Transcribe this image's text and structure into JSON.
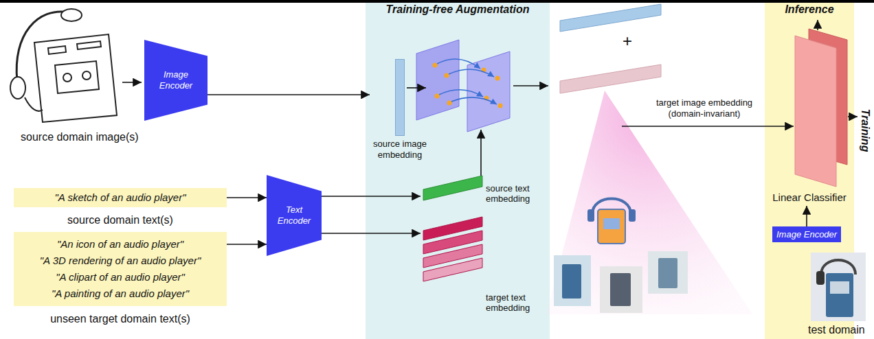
{
  "diagram": {
    "nodes": [
      {
        "text": [
          "Image Encoder"
        ]
      },
      {
        "text": [
          "\"A sketch of an audio player\"",
          "source domain text(s)"
        ]
      },
      {
        "text": [
          "\"An icon of an audio player\"",
          "\"A 3D rendering of an audio player\"",
          "\"A clipart of an audio player\"",
          "\"A painting of an audio player\"",
          "unseen target domain text(s)"
        ]
      },
      {
        "text": [
          "Text Encoder"
        ]
      },
      {
        "text": [
          "Training-free Augmentation"
        ]
      },
      {
        "text": [
          "source image embedding"
        ],
        "in": 4
      },
      {
        "text": [
          "source text embedding"
        ],
        "in": 4
      },
      {
        "text": [
          "target text embedding"
        ],
        "in": 4
      },
      {
        "text": [
          "Inference"
        ]
      },
      {
        "text": [
          "Linear Classifier"
        ],
        "in": 8
      },
      {
        "text": [
          "Image Encoder"
        ],
        "in": 8
      }
    ],
    "edges": [
      {
        "from": 0,
        "to": 5,
        "arrow": "to"
      },
      {
        "from": 1,
        "to": 3,
        "arrow": "to"
      },
      {
        "from": 2,
        "to": 3,
        "arrow": "to"
      },
      {
        "from": 3,
        "to": 6,
        "arrow": "to"
      },
      {
        "from": 3,
        "to": 7,
        "arrow": "to"
      },
      {
        "from": 10,
        "to": 9,
        "arrow": "to"
      }
    ],
    "labels": [
      "source domain image(s)",
      "+",
      "target image embedding (domain-invariant)",
      "Training",
      "test domain"
    ]
  }
}
